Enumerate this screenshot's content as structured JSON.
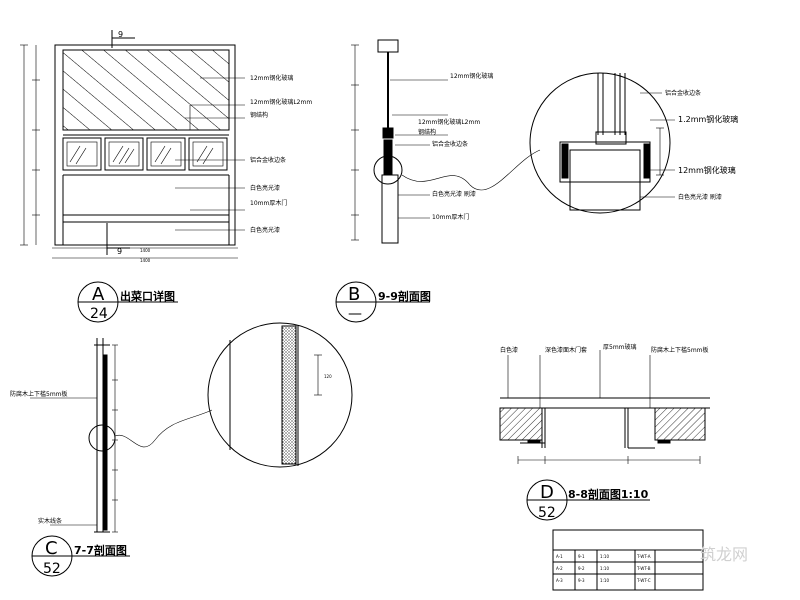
{
  "drawing_a": {
    "tag_letter": "A",
    "tag_number": "24",
    "title": "出菜口详图",
    "marker": "9",
    "marker_bottom": "9",
    "labels": [
      "12mm钢化玻璃",
      "12mm钢化玻璃L2mm",
      "钢结构",
      "铝合金收边条",
      "白色亮光漆",
      "10mm厚木门",
      "白色亮光漆"
    ],
    "dims_bottom": [
      "1400",
      "1400"
    ]
  },
  "drawing_b": {
    "tag_letter": "B",
    "tag_number": "—",
    "title": "9-9剖面图",
    "labels": [
      "12mm钢化玻璃",
      "12mm钢化玻璃L2mm",
      "钢结构",
      "铝合金收边条",
      "白色亮光漆 刷漆",
      "10mm厚木门"
    ],
    "detail_labels": [
      "铝合金收边条",
      "1.2mm钢化玻璃",
      "12mm钢化玻璃",
      "白色亮光漆 刷漆"
    ]
  },
  "drawing_c": {
    "tag_letter": "C",
    "tag_number": "52",
    "title": "7-7剖面图",
    "labels": [
      "防腐木上下槛5mm板",
      "实木线条"
    ],
    "detail_dim": "120"
  },
  "drawing_d": {
    "tag_letter": "D",
    "tag_number": "52",
    "title": "8-8剖面图1:10",
    "labels": [
      "白色漆",
      "深色漆面木门套",
      "厚5mm玻璃",
      "防腐木上下槛5mm板"
    ]
  },
  "title_block": {
    "rows": [
      [
        "A-1",
        "9-1",
        "1:10",
        "T-WT-A"
      ],
      [
        "A-2",
        "9-2",
        "1:10",
        "T-WT-B"
      ],
      [
        "A-3",
        "9-3",
        "1:10",
        "T-WT-C"
      ]
    ]
  },
  "watermark": "筑龙网"
}
